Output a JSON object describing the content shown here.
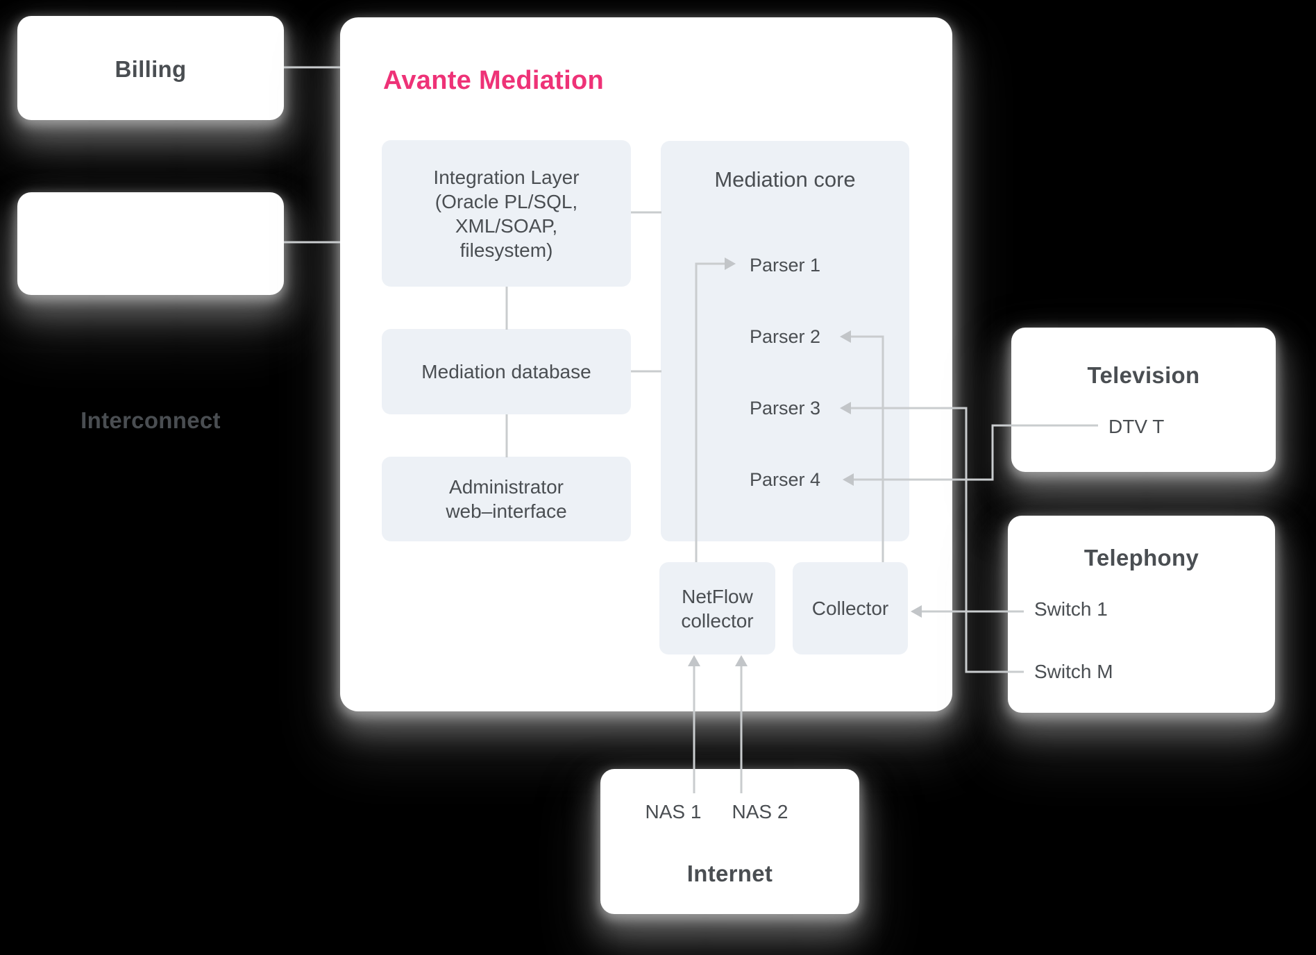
{
  "colors": {
    "background": "#000000",
    "card_bg": "#FFFFFF",
    "node_bg": "#EDF1F6",
    "text": "#4A4E52",
    "line": "#C9CCCE",
    "accent_pink": "#EE3277"
  },
  "billing": {
    "label": "Billing"
  },
  "interconnect": {
    "label": "Interconnect"
  },
  "panel": {
    "title": "Avante Mediation",
    "integration": {
      "lines": [
        "Integration Layer",
        "(Oracle PL/SQL,",
        "XML/SOAP,",
        "filesystem)"
      ]
    },
    "database": {
      "label": "Mediation database"
    },
    "admin": {
      "lines": [
        "Administrator",
        "web–interface"
      ]
    },
    "core": {
      "title": "Mediation core",
      "parsers": [
        "Parser 1",
        "Parser 2",
        "Parser 3",
        "Parser 4"
      ]
    },
    "netflow": {
      "lines": [
        "NetFlow",
        "collector"
      ]
    },
    "collector": {
      "label": "Collector"
    }
  },
  "television": {
    "title": "Television",
    "item": "DTV T"
  },
  "telephony": {
    "title": "Telephony",
    "items": [
      "Switch 1",
      "Switch M"
    ]
  },
  "internet": {
    "title": "Internet",
    "items": [
      "NAS 1",
      "NAS 2"
    ]
  }
}
